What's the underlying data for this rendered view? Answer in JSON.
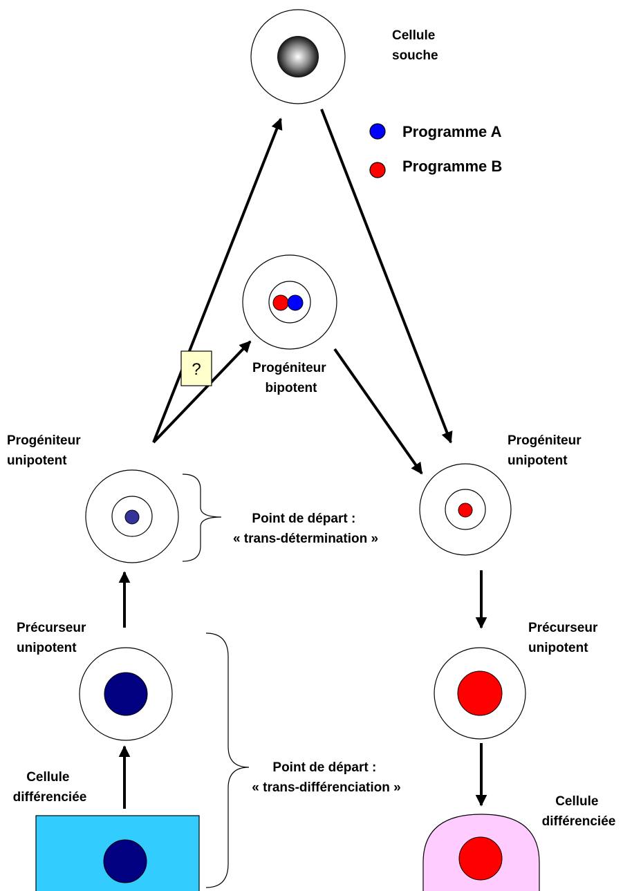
{
  "labels": {
    "stem_cell": [
      "Cellule",
      "souche"
    ],
    "bipotent_progenitor": [
      "Progéniteur",
      "bipotent"
    ],
    "left_progenitor": [
      "Progéniteur",
      "unipotent"
    ],
    "right_progenitor": [
      "Progéniteur",
      "unipotent"
    ],
    "left_precursor": [
      "Précurseur",
      "unipotent"
    ],
    "right_precursor": [
      "Précurseur",
      "unipotent"
    ],
    "left_differentiated": [
      "Cellule",
      "différenciée"
    ],
    "right_differentiated": [
      "Cellule",
      "différenciée"
    ],
    "trans_determination": [
      "Point de départ :",
      "« trans-détermination »"
    ],
    "trans_differentiation": [
      "Point de départ :",
      "« trans-différenciation »"
    ],
    "question_mark": "?"
  },
  "legend": [
    {
      "label": "Programme A",
      "color": "#0000ff"
    },
    {
      "label": "Programme B",
      "color": "#ff0000"
    }
  ],
  "colors": {
    "program_a": "#0000ff",
    "program_b": "#ff0000",
    "dark_blue_nucleus": "#000080",
    "left_progenitor_nucleus": "#333399",
    "left_cell_body": "#33ccff",
    "right_cell_body": "#ffccff",
    "question_box": "#ffffcc"
  }
}
